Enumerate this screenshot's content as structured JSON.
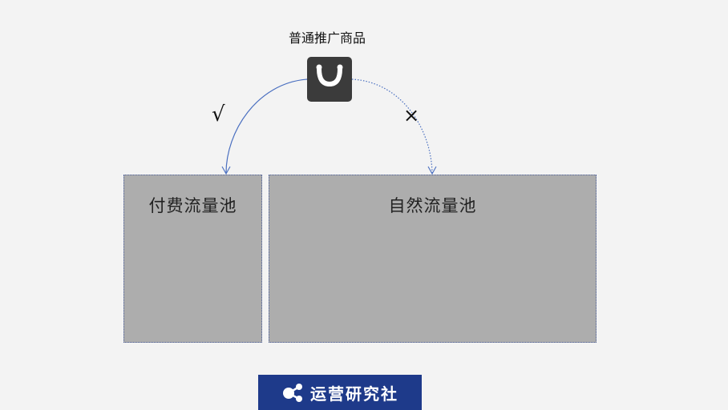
{
  "product": {
    "title": "普通推广商品",
    "icon": "shopping-bag-icon"
  },
  "marks": {
    "paid_mark": "√",
    "natural_mark": "×"
  },
  "pools": {
    "paid": {
      "label": "付费流量池"
    },
    "natural": {
      "label": "自然流量池"
    }
  },
  "logo": {
    "text": "运营研究社",
    "icon": "molecule-icon"
  },
  "colors": {
    "background": "#f3f3f3",
    "bag": "#3b3b3b",
    "pool_fill": "#adadad",
    "arrow": "#4a6fc0",
    "logo_bg": "#1e3a8a"
  }
}
